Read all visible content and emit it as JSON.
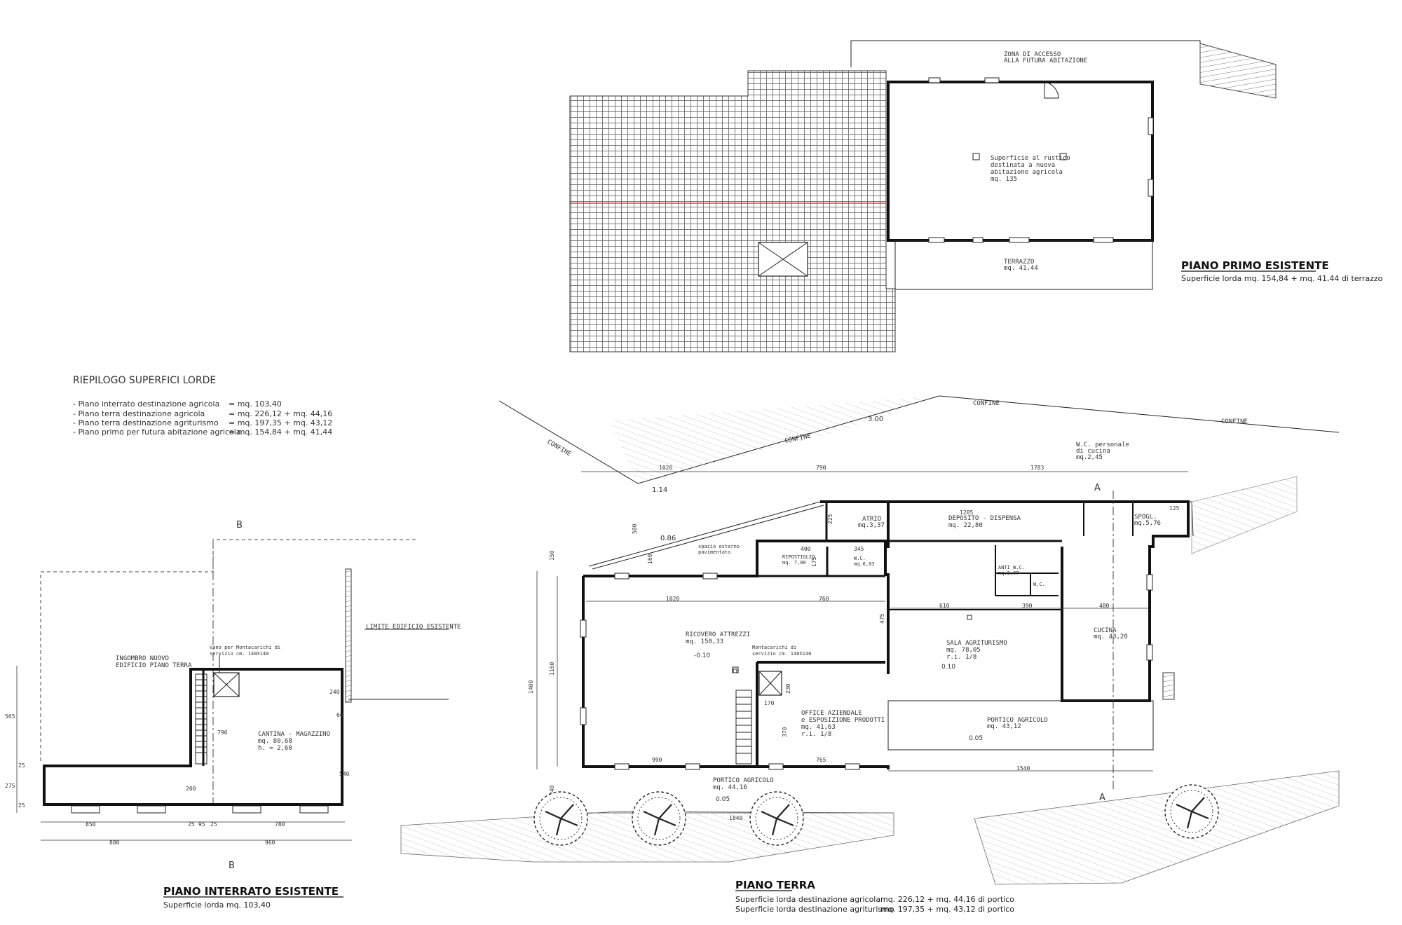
{
  "summary": {
    "title": "RIEPILOGO  SUPERFICI LORDE",
    "rows": [
      {
        "label": "- Piano interrato destinazione agricola",
        "value": "= mq. 103,40"
      },
      {
        "label": "- Piano terra destinazione agricola",
        "value": "= mq. 226,12 + mq. 44,16"
      },
      {
        "label": "- Piano terra destinazione agriturismo",
        "value": "= mq. 197,35 + mq. 43,12"
      },
      {
        "label": "- Piano primo per futura abitazione agricola",
        "value": "= mq. 154,84 + mq. 41,44"
      }
    ]
  },
  "first_floor": {
    "title": "PIANO PRIMO ESISTENTE",
    "subtitle": "Superficie lorda  mq. 154,84 + mq. 41,44 di terrazzo",
    "access_zone": [
      "ZONA DI ACCESSO",
      "ALLA FUTURA ABITAZIONE"
    ],
    "room_text": [
      "Superficie al rustico",
      "destinata a nuova",
      "abitazione agricola",
      "mq. 135"
    ],
    "terrace": [
      "TERRAZZO",
      "mq. 41,44"
    ]
  },
  "basement": {
    "title": "PIANO INTERRATO ESISTENTE",
    "subtitle": "Superficie lorda  mq. 103,40",
    "footprint": [
      "INGOMBRO NUOVO",
      "EDIFICIO PIANO TERRA"
    ],
    "lift": [
      "Vano per Montacarichi di",
      "servizio cm. 140X140"
    ],
    "room": [
      "CANTINA - MAGAZZINO",
      "mq. 80,68",
      "h. = 2,60"
    ],
    "limit_label": "LIMITE EDIFICIO ESISTENTE",
    "section_mark": "B",
    "dims": {
      "d880": "880",
      "d960": "960",
      "d850": "850",
      "d780": "780",
      "d95": "95",
      "d25a": "25",
      "d25b": "25",
      "d565": "565",
      "d275": "275",
      "d25c": "25",
      "d25d": "25",
      "d240": "240",
      "d60": "60",
      "d790": "790",
      "d540": "540",
      "d200": "200"
    }
  },
  "ground_floor": {
    "title": "PIANO TERRA",
    "sub_lines": [
      {
        "label": "Superficie lorda destinazione agricola",
        "value": "mq. 226,12 + mq. 44,16 di portico"
      },
      {
        "label": "Superficie lorda destinazione agriturismo",
        "value": "mq. 197,35 + mq. 43,12 di portico"
      }
    ],
    "confine": "CONFINE",
    "elevations": {
      "e300": "3.00",
      "e114": "1.14",
      "e086": "0.86",
      "e010a": "-0.10",
      "e010b": "0.10",
      "e005a": "0.05",
      "e005b": "0.05"
    },
    "section_mark": "A",
    "rooms": {
      "atrio": [
        "ATRIO",
        "mq.3,37"
      ],
      "deposito": [
        "DEPOSITO - DISPENSA",
        "mq. 22,80"
      ],
      "wc_staff": [
        "W.C. personale",
        "di cucina",
        "mq.2,45"
      ],
      "spogl": [
        "SPOGL.",
        "mq.5,76"
      ],
      "spazio": [
        "spazio esterno",
        "pavimentato"
      ],
      "ripostiglio": [
        "RIPOSTIGLIO",
        "mq. 7,00"
      ],
      "wc1": [
        "W.C.",
        "mq.6,03"
      ],
      "antiwc": [
        "ANTI W.C.",
        "mq.3,07"
      ],
      "wc2": "W.C.",
      "ricovero": [
        "RICOVERO ATTREZZI",
        "mq. 150,33"
      ],
      "montacarichi": [
        "Montacarichi di",
        "servizio cm. 140X140"
      ],
      "office": [
        "OFFICE AZIENDALE",
        "e ESPOSIZIONE PRODOTTI",
        "mq. 41,63",
        "r.i.  1/8"
      ],
      "sala": [
        "SALA AGRITURISMO",
        "mq. 78,05",
        "r.i.  1/8"
      ],
      "cucina": [
        "CUCINA",
        "mq. 43,20"
      ],
      "portico_agr": [
        "PORTICO AGRICOLO",
        "mq. 44,16"
      ],
      "portico_agr2": [
        "PORTICO AGRICOLO",
        "mq. 43,12"
      ]
    },
    "dims": {
      "d1020": "1020",
      "d790": "790",
      "d1783": "1783",
      "d1205": "1205",
      "d1020b": "1020",
      "d760": "760",
      "d610": "610",
      "d390": "390",
      "d480": "480",
      "d990": "990",
      "d765": "765",
      "d1540": "1540",
      "d1840": "1840",
      "d1400": "1400",
      "d1160": "1160",
      "d500": "500",
      "d160": "160",
      "d225": "225",
      "d475": "475",
      "d400": "400",
      "d345": "345",
      "d175": "175",
      "d125": "125",
      "d150": "150",
      "d240": "240",
      "d370": "370",
      "d230": "230",
      "d170": "170"
    }
  }
}
